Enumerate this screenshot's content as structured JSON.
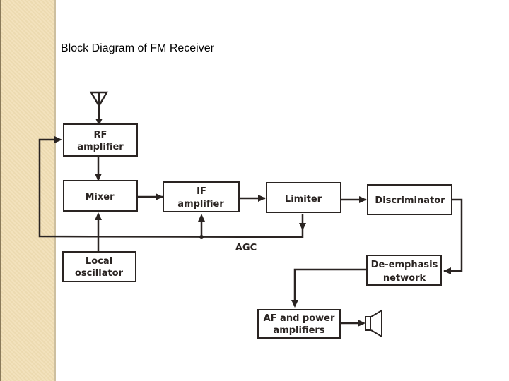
{
  "slide": {
    "title": "Block Diagram of FM Receiver"
  },
  "diagram": {
    "blocks": {
      "rf_amplifier": [
        "RF",
        "amplifier"
      ],
      "mixer": [
        "Mixer"
      ],
      "if_amplifier": [
        "IF",
        "amplifier"
      ],
      "limiter": [
        "Limiter"
      ],
      "discriminator": [
        "Discriminator"
      ],
      "local_oscillator": [
        "Local",
        "oscillator"
      ],
      "de_emphasis": [
        "De-emphasis",
        "network"
      ],
      "af_amplifiers": [
        "AF and power",
        "amplifiers"
      ]
    },
    "agc_label": "AGC",
    "connections": [
      [
        "antenna",
        "rf_amplifier"
      ],
      [
        "rf_amplifier",
        "mixer"
      ],
      [
        "local_oscillator",
        "mixer"
      ],
      [
        "mixer",
        "if_amplifier"
      ],
      [
        "if_amplifier",
        "limiter"
      ],
      [
        "limiter",
        "discriminator"
      ],
      [
        "discriminator",
        "de_emphasis"
      ],
      [
        "de_emphasis",
        "af_amplifiers"
      ],
      [
        "af_amplifiers",
        "speaker"
      ],
      [
        "limiter",
        "agc_bus"
      ],
      [
        "agc_bus",
        "if_amplifier"
      ],
      [
        "agc_bus",
        "rf_amplifier"
      ]
    ]
  }
}
